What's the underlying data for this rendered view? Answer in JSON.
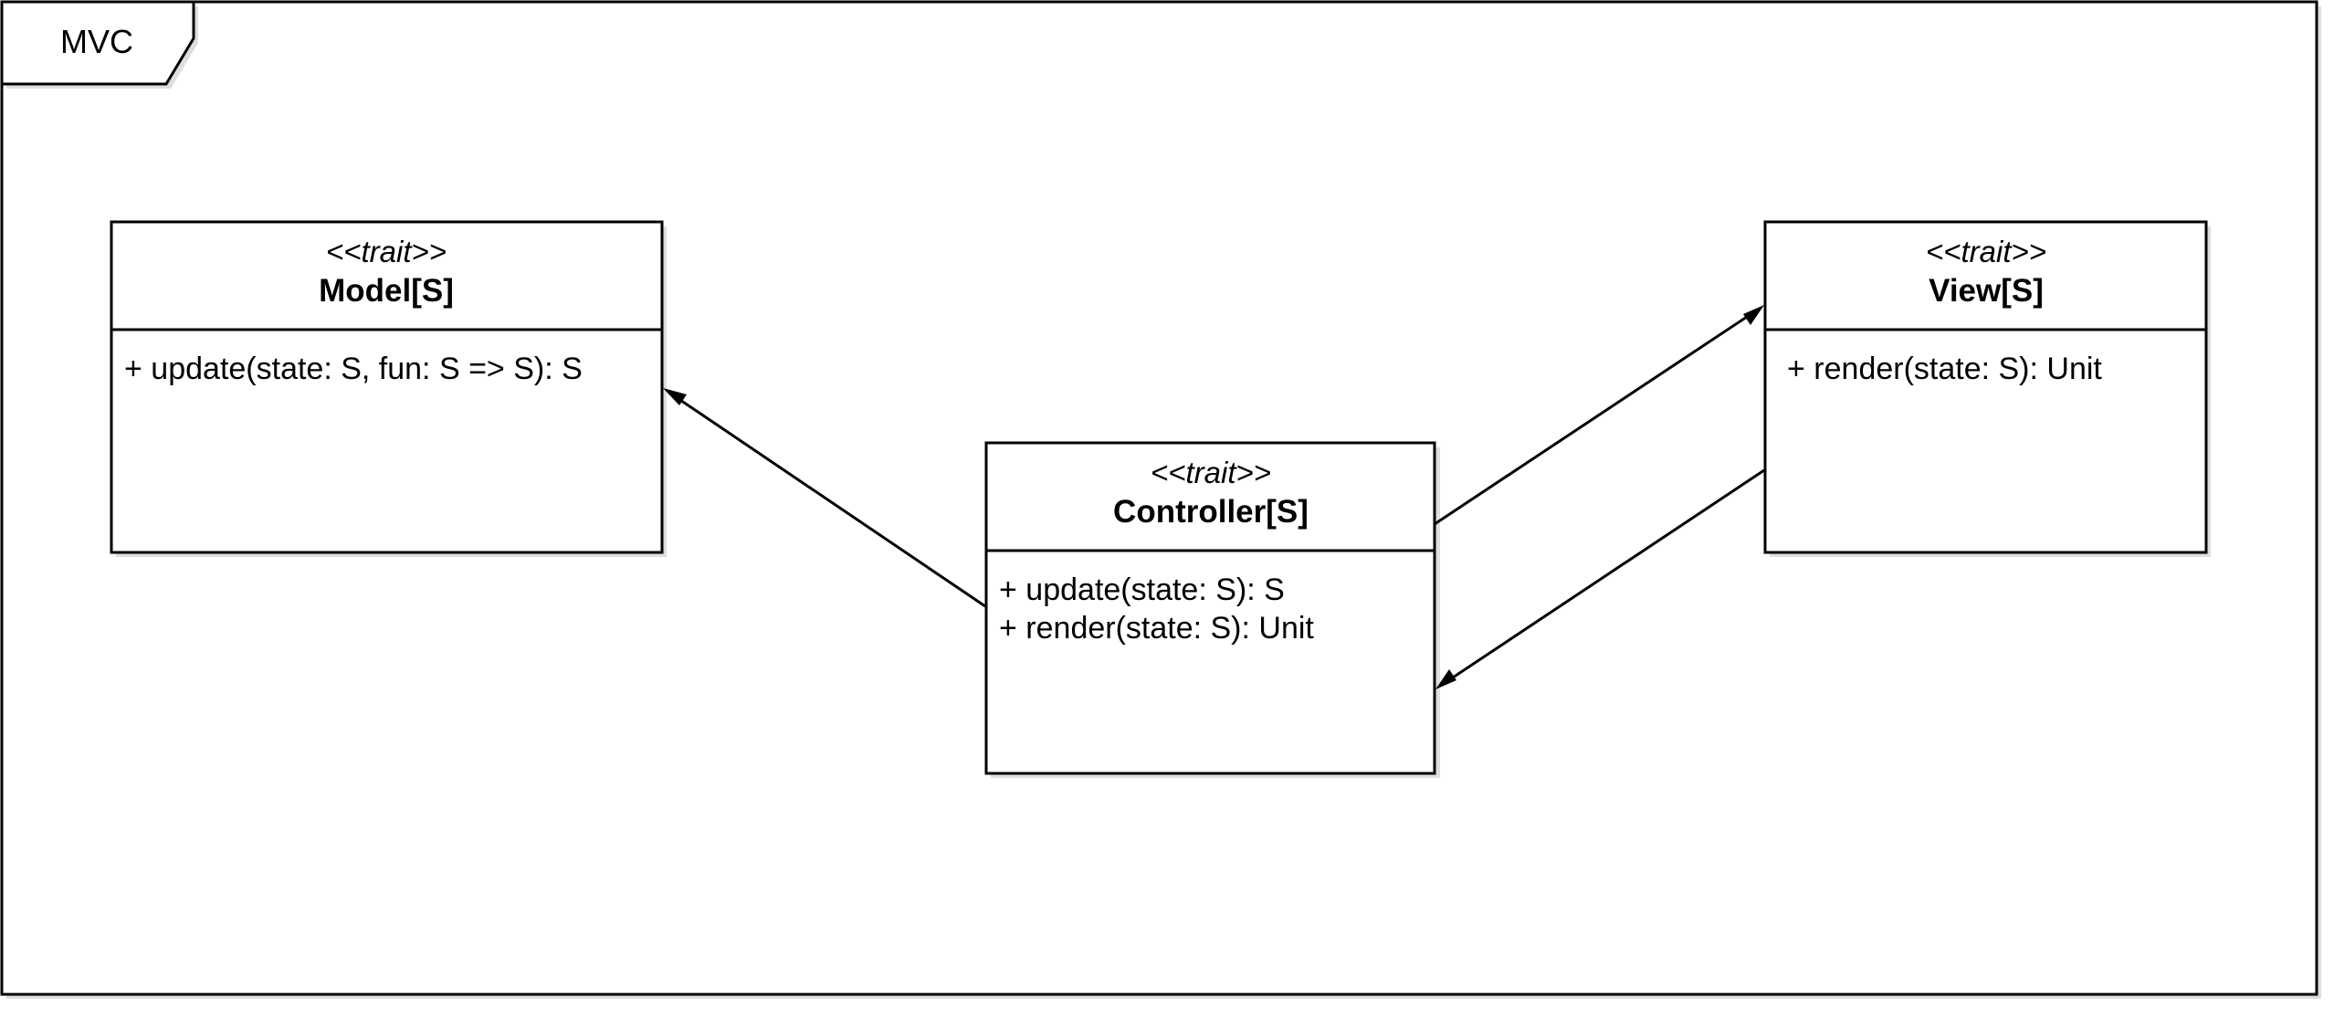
{
  "frame": {
    "label": "MVC"
  },
  "classes": {
    "model": {
      "stereotype": "<<trait>>",
      "name": "Model[S]",
      "members": [
        "+ update(state: S, fun: S => S): S"
      ]
    },
    "controller": {
      "stereotype": "<<trait>>",
      "name": "Controller[S]",
      "members": [
        "+ update(state: S): S",
        "+ render(state: S): Unit"
      ]
    },
    "view": {
      "stereotype": "<<trait>>",
      "name": "View[S]",
      "members": [
        "+ render(state: S): Unit"
      ]
    }
  },
  "edges": [
    {
      "from": "controller",
      "to": "model"
    },
    {
      "from": "controller",
      "to": "view"
    },
    {
      "from": "view",
      "to": "controller"
    }
  ]
}
